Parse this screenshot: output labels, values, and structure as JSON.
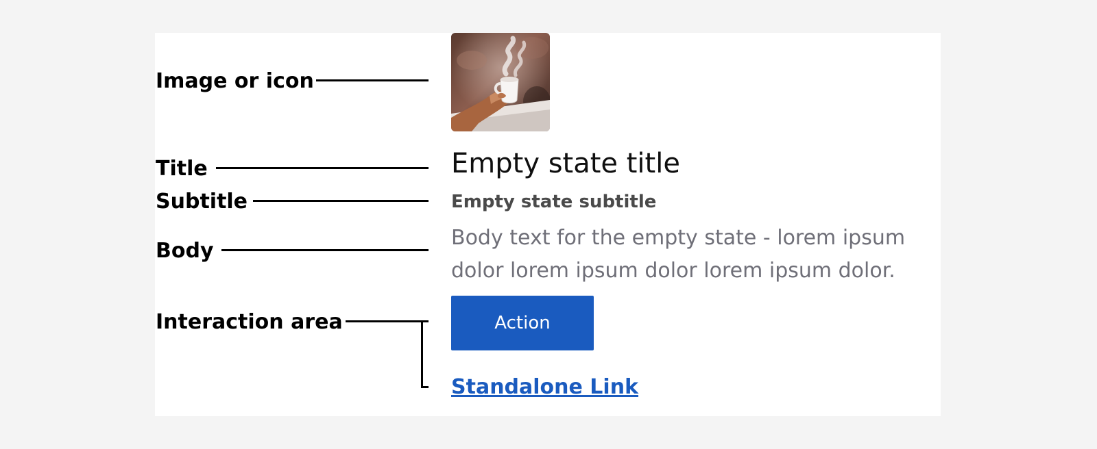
{
  "annotations": {
    "image": "Image or icon",
    "title": "Title",
    "subtitle": "Subtitle",
    "body": "Body",
    "interaction": "Interaction area"
  },
  "empty_state": {
    "image_icon": "photo-hand-holding-steaming-cup",
    "title": "Empty state title",
    "subtitle": "Empty state subtitle",
    "body": "Body text for the empty state - lorem ipsum dolor lorem ipsum dolor lorem ipsum dolor.",
    "action_label": "Action",
    "link_label": "Standalone Link"
  },
  "colors": {
    "page_background": "#f4f4f4",
    "panel_background": "#ffffff",
    "primary": "#1a5bbf",
    "title_text": "#0f0f0f",
    "subtitle_text": "#4a4a4a",
    "body_text": "#6f6f78"
  }
}
